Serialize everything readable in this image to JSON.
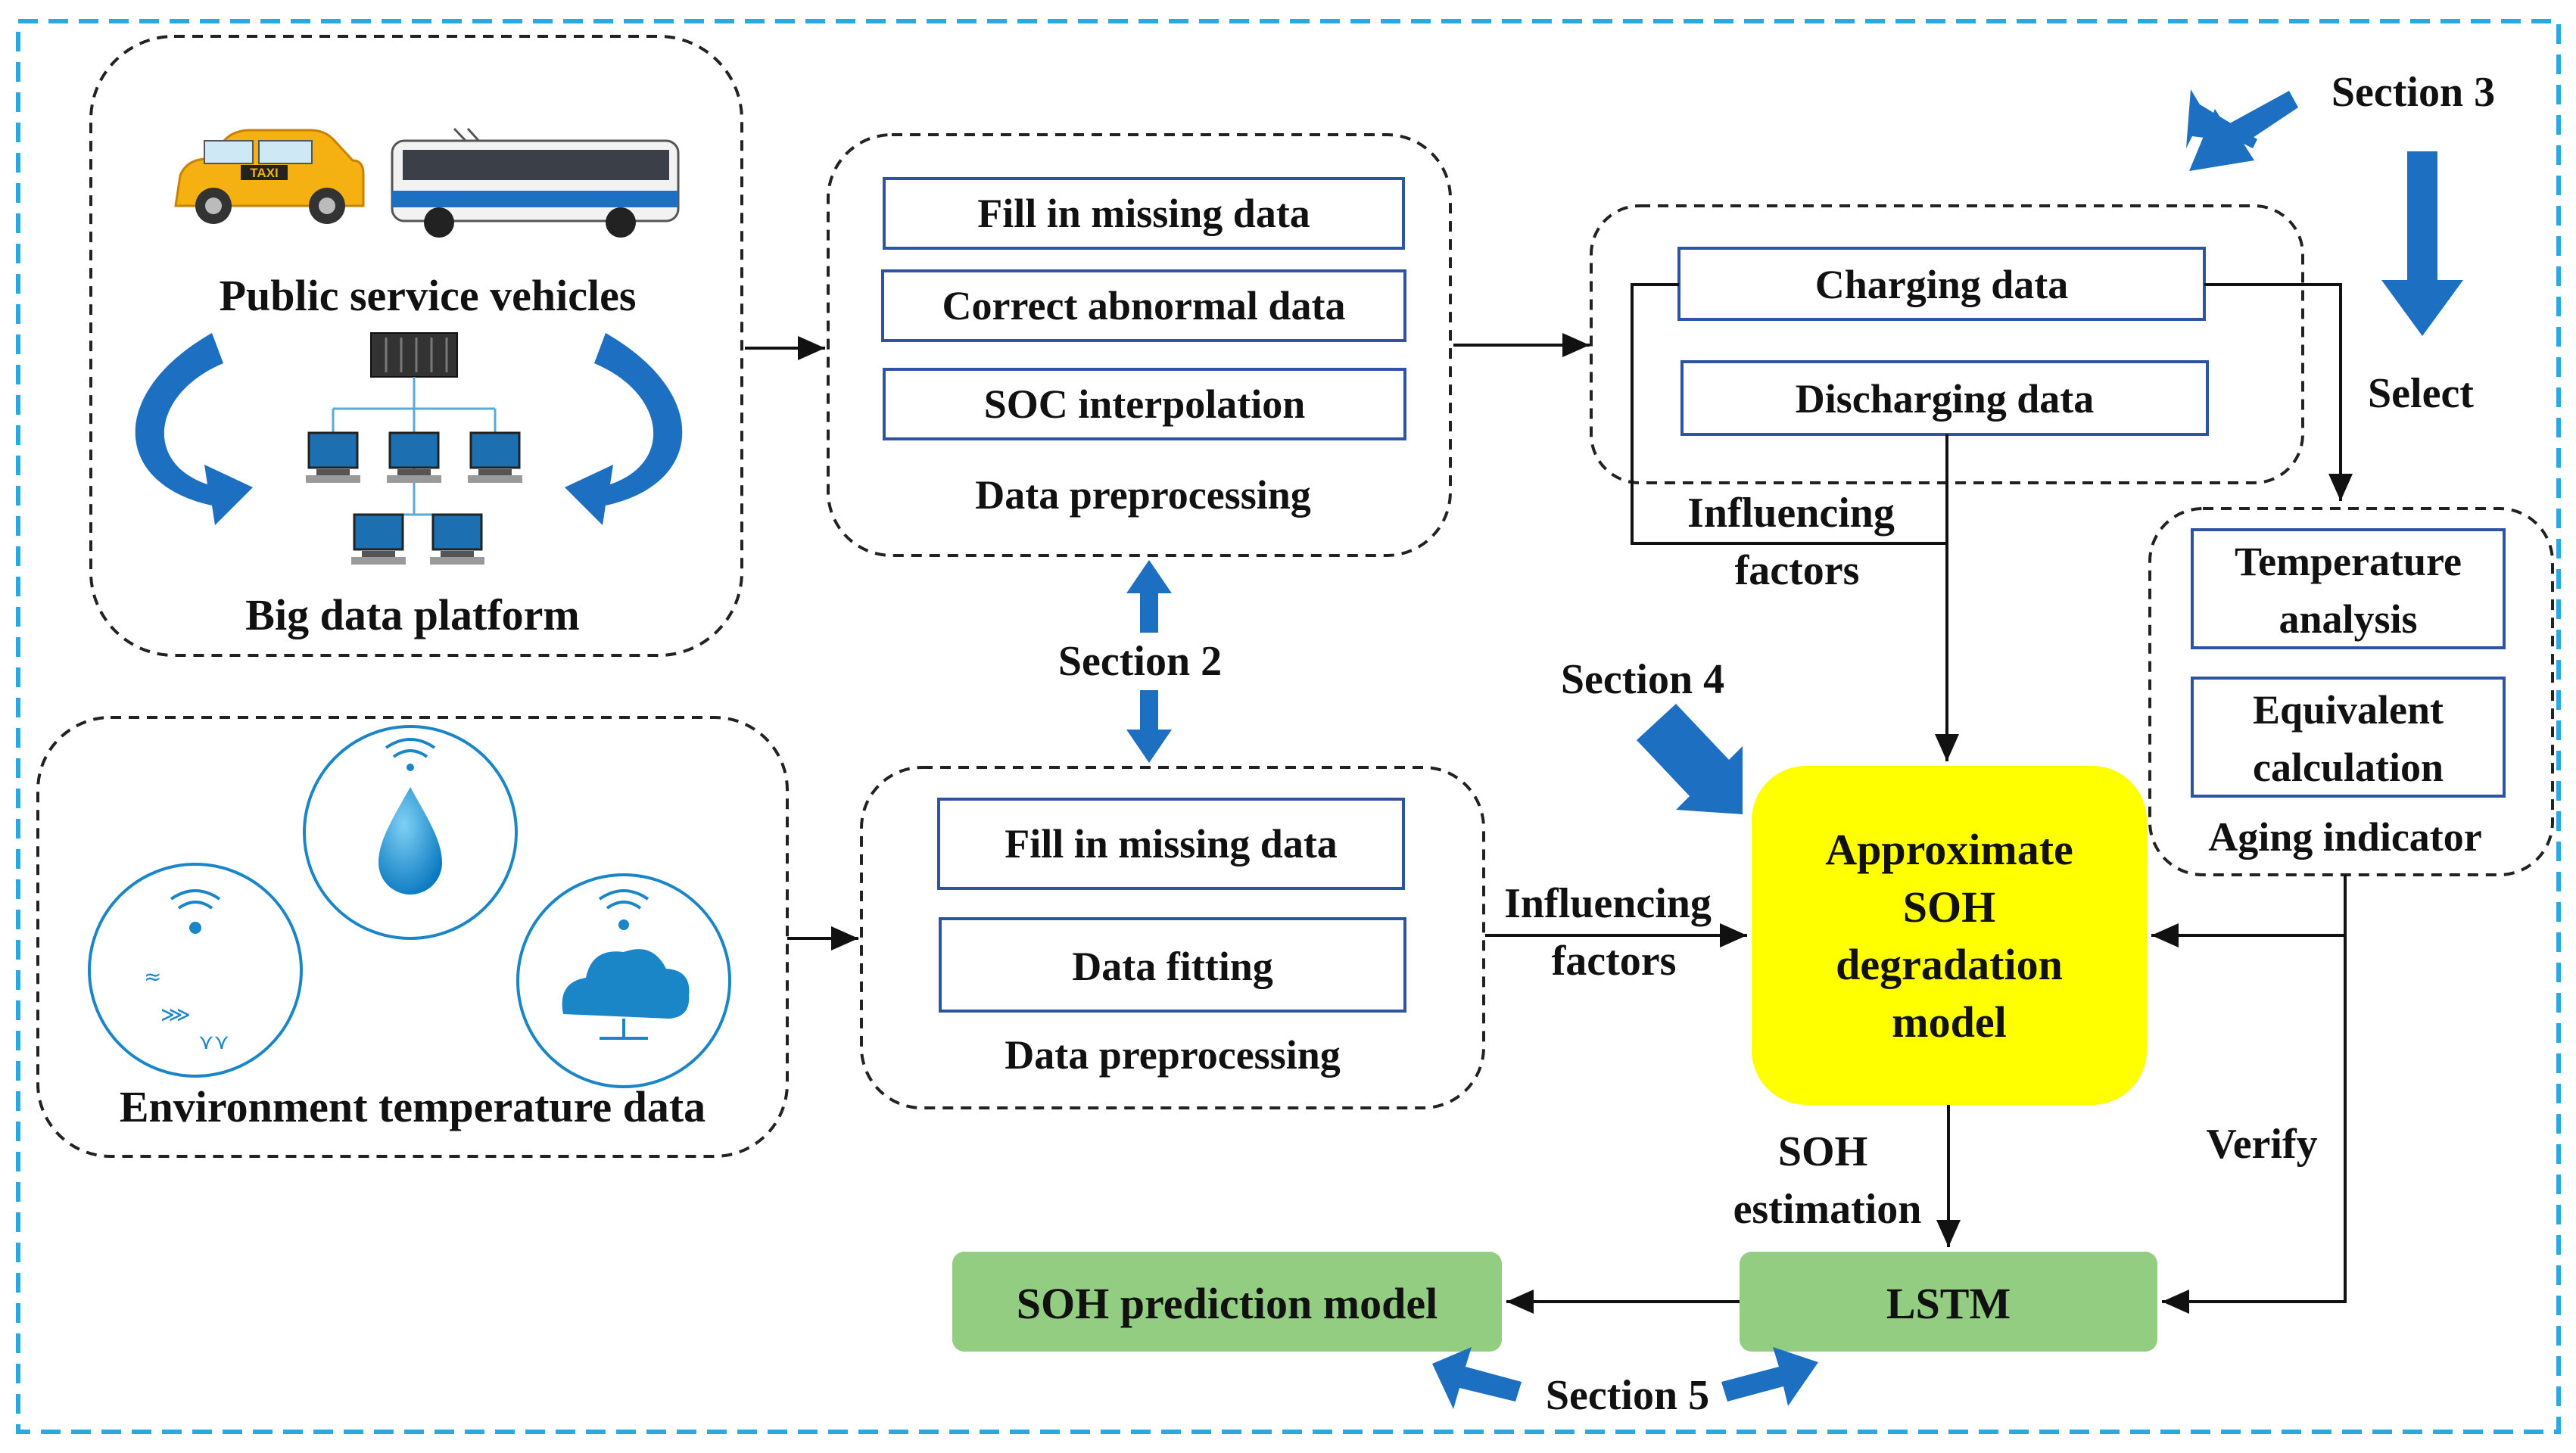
{
  "colors": {
    "frame": "#29a9e1",
    "box_stroke": "#2e53a3",
    "arrow_blue": "#1d6fc1",
    "model_fill": "#ffff00",
    "green_fill": "#93cd82",
    "icon_blue": "#1a86c7"
  },
  "sources": {
    "vehicles_label": "Public service vehicles",
    "platform_label": "Big data platform",
    "env_label": "Environment temperature data",
    "taxi_text": "TAXI"
  },
  "preprocess_top": {
    "items": [
      "Fill in missing data",
      "Correct abnormal data",
      "SOC interpolation"
    ],
    "title": "Data preprocessing"
  },
  "preprocess_bottom": {
    "items": [
      "Fill in missing data",
      "Data fitting"
    ],
    "title": "Data preprocessing"
  },
  "charge_group": {
    "items": [
      "Charging data",
      "Discharging data"
    ]
  },
  "aging": {
    "items": [
      [
        "Temperature",
        "analysis"
      ],
      [
        "Equivalent",
        "calculation"
      ]
    ],
    "title": "Aging indicator"
  },
  "model": {
    "lines": [
      "Approximate",
      "SOH",
      "degradation",
      "model"
    ]
  },
  "lstm": "LSTM",
  "prediction": "SOH prediction model",
  "labels": {
    "section2": "Section 2",
    "section3": "Section 3",
    "section4": "Section 4",
    "section5": "Section 5",
    "select": "Select",
    "verify": "Verify",
    "influencing_top": [
      "Influencing",
      "factors"
    ],
    "influencing_mid": [
      "Influencing",
      "factors"
    ],
    "soh_estimation": [
      "SOH",
      "estimation"
    ]
  }
}
